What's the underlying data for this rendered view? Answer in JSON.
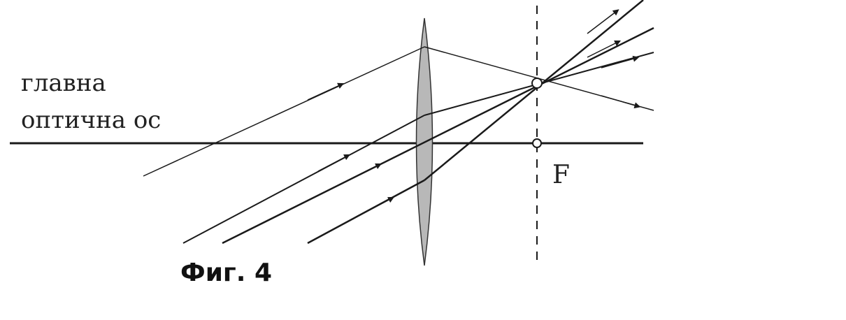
{
  "labels": {
    "axis_line1": "главна",
    "axis_line2": "оптична ос",
    "focus": "F"
  },
  "caption": "Фиг. 4",
  "colors": {
    "ray": "#1a1a1a",
    "lens_fill": "#b8b8b8",
    "background": "#ffffff"
  }
}
